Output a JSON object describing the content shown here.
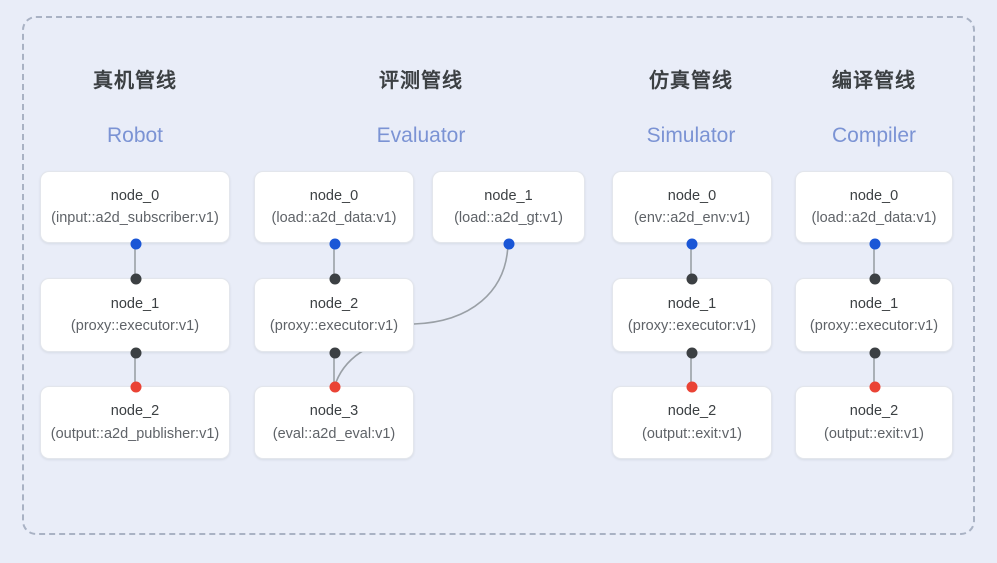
{
  "diagram": {
    "frame_style": "dashed-rounded",
    "background_color": "#e9edf8",
    "frame_border_color": "#a9b2c4"
  },
  "palette": {
    "port_in": "#1a56d6",
    "port_out": "#3c4043",
    "port_end": "#ea4335",
    "edge": "#9aa0a6",
    "title_cn": "#3c4043",
    "title_en": "#7b93d4",
    "node_bg": "#ffffff",
    "node_border": "#e3e6ec"
  },
  "columns": [
    {
      "id": "robot",
      "title_cn": "真机管线",
      "title_en": "Robot",
      "nodes": [
        {
          "name": "node_0",
          "spec": "(input::a2d_subscriber:v1)"
        },
        {
          "name": "node_1",
          "spec": "(proxy::executor:v1)"
        },
        {
          "name": "node_2",
          "spec": "(output::a2d_publisher:v1)"
        }
      ]
    },
    {
      "id": "evaluator",
      "title_cn": "评测管线",
      "title_en": "Evaluator",
      "nodes": [
        {
          "name": "node_0",
          "spec": "(load::a2d_data:v1)"
        },
        {
          "name": "node_2",
          "spec": "(proxy::executor:v1)"
        },
        {
          "name": "node_3",
          "spec": "(eval::a2d_eval:v1)"
        }
      ],
      "side_nodes": [
        {
          "name": "node_1",
          "spec": "(load::a2d_gt:v1)"
        }
      ]
    },
    {
      "id": "simulator",
      "title_cn": "仿真管线",
      "title_en": "Simulator",
      "nodes": [
        {
          "name": "node_0",
          "spec": "(env::a2d_env:v1)"
        },
        {
          "name": "node_1",
          "spec": "(proxy::executor:v1)"
        },
        {
          "name": "node_2",
          "spec": "(output::exit:v1)"
        }
      ]
    },
    {
      "id": "compiler",
      "title_cn": "编译管线",
      "title_en": "Compiler",
      "nodes": [
        {
          "name": "node_0",
          "spec": "(load::a2d_data:v1)"
        },
        {
          "name": "node_1",
          "spec": "(proxy::executor:v1)"
        },
        {
          "name": "node_2",
          "spec": "(output::exit:v1)"
        }
      ]
    }
  ]
}
